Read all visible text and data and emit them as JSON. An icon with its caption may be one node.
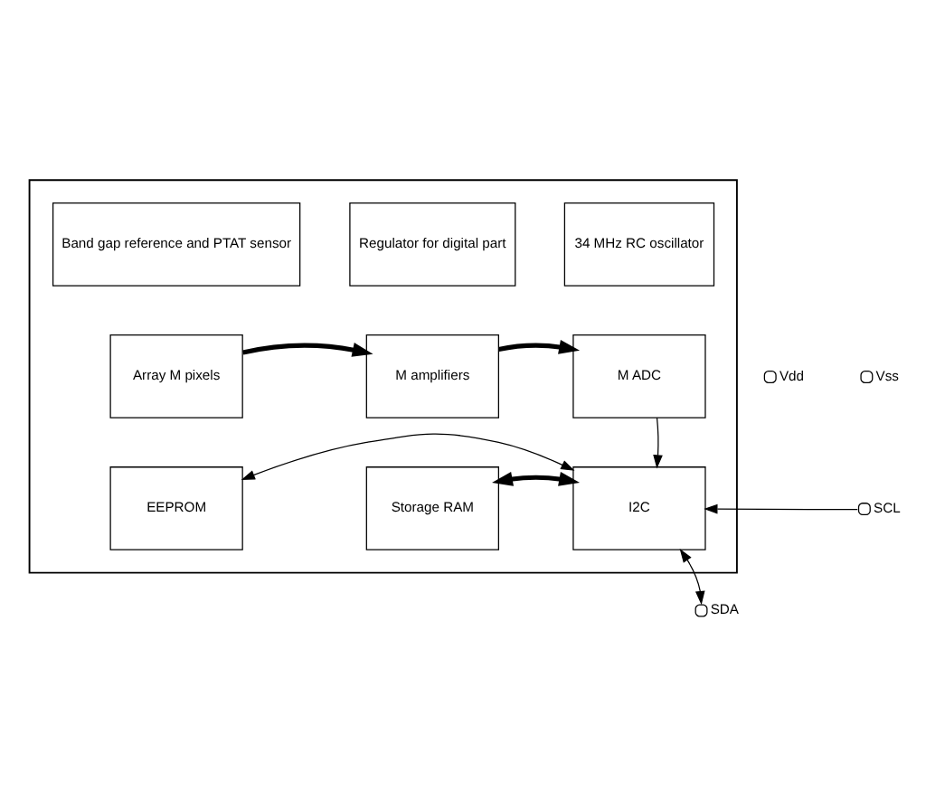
{
  "diagram": {
    "nodes": [
      {
        "text": [],
        "shape": "box"
      },
      {
        "text": [
          "Band gap reference and PTAT sensor"
        ],
        "in": 0
      },
      {
        "text": [
          "Regulator for digital part"
        ],
        "in": 0
      },
      {
        "text": [
          "34 MHz RC oscillator"
        ],
        "in": 0
      },
      {
        "text": [
          "Array M pixels"
        ],
        "in": 0
      },
      {
        "text": [
          "M amplifiers"
        ],
        "in": 0
      },
      {
        "text": [
          "M ADC"
        ],
        "in": 0
      },
      {
        "text": [
          "EEPROM"
        ],
        "in": 0
      },
      {
        "text": [
          "Storage RAM"
        ],
        "in": 0
      },
      {
        "text": [
          "I2C"
        ],
        "in": 0
      },
      {
        "text": [],
        "shape": "circle",
        "beside": [
          "Vdd"
        ]
      },
      {
        "text": [],
        "shape": "circle",
        "beside": [
          "Vss"
        ]
      },
      {
        "text": [],
        "shape": "circle",
        "beside": [
          "SDA"
        ]
      },
      {
        "text": [],
        "shape": "circle",
        "beside": [
          "SCL"
        ]
      }
    ],
    "edges": [
      {
        "from": 4,
        "to": 5,
        "arrow": "to",
        "style": "thick"
      },
      {
        "from": 5,
        "to": 6,
        "arrow": "to",
        "style": "thick"
      },
      {
        "from": 6,
        "to": 9,
        "arrow": "to"
      },
      {
        "from": 8,
        "to": 9,
        "arrow": "both",
        "style": "thick"
      },
      {
        "from": 7,
        "to": 9,
        "arrow": "both"
      },
      {
        "from": 9,
        "to": 12,
        "arrow": "both"
      },
      {
        "from": 13,
        "to": 9,
        "arrow": "to"
      }
    ]
  }
}
